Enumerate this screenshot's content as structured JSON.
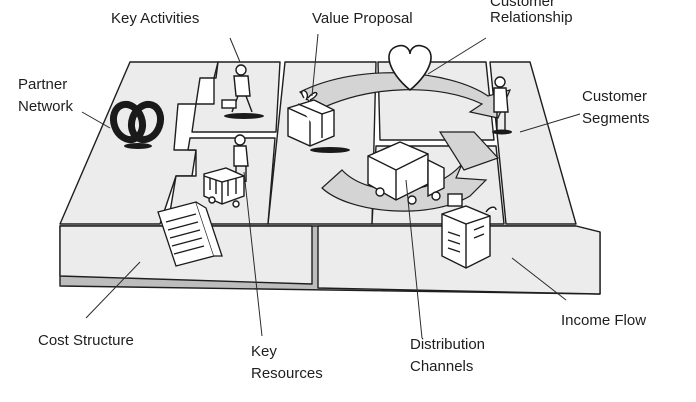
{
  "labels": {
    "key_activities": "Key Activities",
    "value_proposal": "Value Proposal",
    "customer_relationship_line1": "Customer",
    "customer_relationship_line2": "Relationship",
    "partner_network_line1": "Partner",
    "partner_network_line2": "Network",
    "customer_segments_line1": "Customer",
    "customer_segments_line2": "Segments",
    "cost_structure": "Cost Structure",
    "key_resources_line1": "Key",
    "key_resources_line2": "Resources",
    "distribution_channels_line1": "Distribution",
    "distribution_channels_line2": "Channels",
    "income_flow": "Income Flow"
  },
  "colors": {
    "outline": "#1e1e1e",
    "board_top": "#ececec",
    "board_side": "#bdbdbd",
    "band": "#d4d4d4",
    "icon_fill": "#ffffff",
    "icon_dark": "#1a1a1a"
  },
  "icons": [
    "rings-icon",
    "worker-icon",
    "gift-box-icon",
    "heart-icon",
    "person-icon",
    "forklift-icon",
    "truck-icon",
    "document-icon",
    "cash-register-icon"
  ]
}
